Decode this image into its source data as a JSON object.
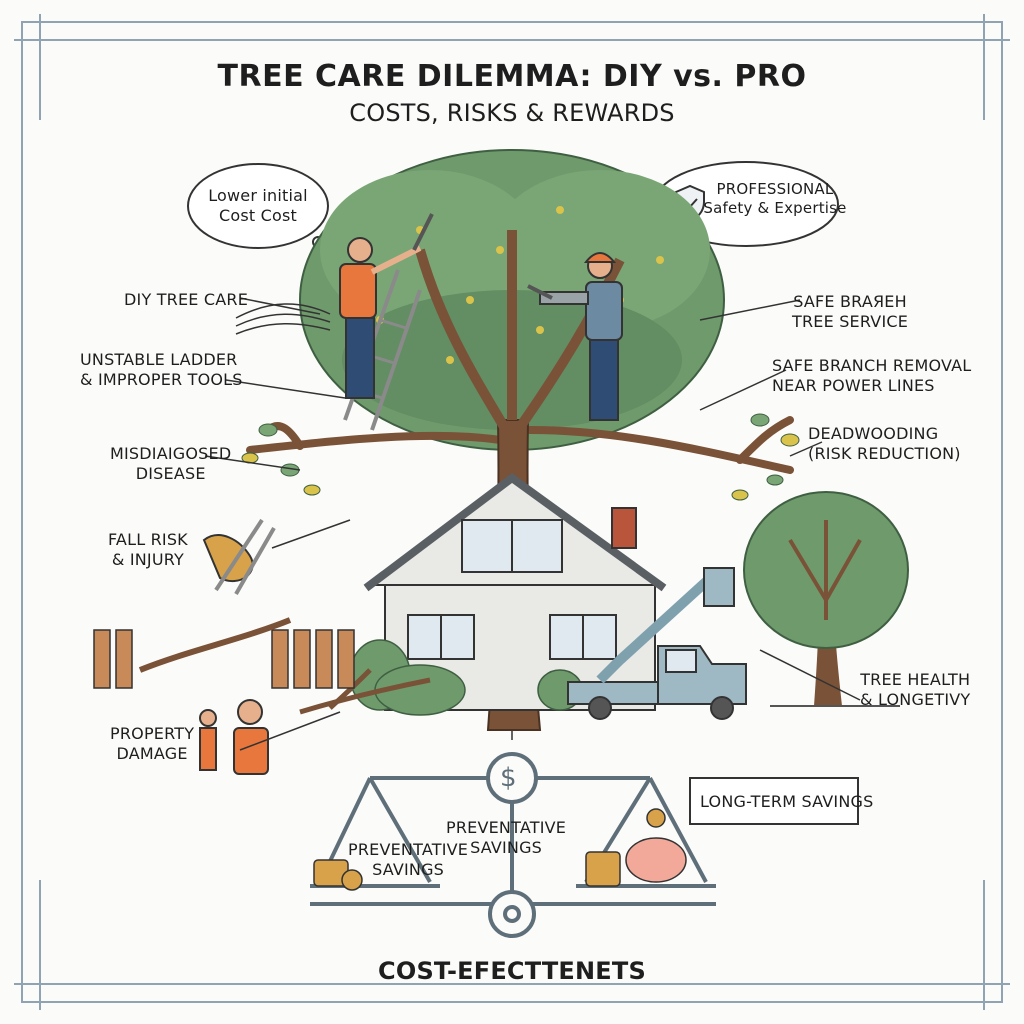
{
  "header": {
    "title": "TREE CARE DILEMMA: DIY vs. PRO",
    "subtitle": "COSTS, RISKS & REWARDS"
  },
  "bubbles": {
    "diy": {
      "line1": "Lower initial",
      "line2": "Cost Cost"
    },
    "pro": {
      "line1": "PROFESSIONAL",
      "line2": "Safety & Expertise"
    }
  },
  "labels_left": {
    "diy_tree_care": "DIY TREE CARE",
    "ladder": {
      "line1": "UNSTABLE LADDER",
      "line2": "& IMPROPER TOOLS"
    },
    "disease": {
      "line1": "MISDIAIGOSED",
      "line2": "DISEASE"
    },
    "fall": {
      "line1": "FALL RISK",
      "line2": "& INJURY"
    },
    "property": {
      "line1": "PROPERTY",
      "line2": "DAMAGE"
    }
  },
  "labels_right": {
    "service": {
      "line1": "SAFE BRAЯEH",
      "line2": "TREE SERVICE"
    },
    "power": {
      "line1": "SAFE BRANCH REMOVAL",
      "line2": "NEAR POWER LINES"
    },
    "deadwood": {
      "line1": "DEADWOODING",
      "line2": "(RISK REDUCTION)"
    },
    "health": {
      "line1": "TREE HEALTH",
      "line2": "& LONGETIVY"
    }
  },
  "scale": {
    "symbol": "$",
    "left_pan": {
      "line1": "PREVENTATIVE",
      "line2": "SAVINGS"
    },
    "center": {
      "line1": "PREVENTATIVE",
      "line2": "SAVINGS"
    },
    "long_term": "LONG-TERM SAVINGS"
  },
  "footer": {
    "text": "COST-EFECTTENETS"
  },
  "colors": {
    "leaf": "#6f9a6c",
    "leaf_dark": "#4e7a52",
    "trunk": "#7a5238",
    "orange": "#e8773d",
    "house": "#e9e9e6",
    "roof": "#5a5f63",
    "truck": "#9fb9c4",
    "gold": "#d7a24a",
    "pink": "#f2a99a",
    "frame": "#8fa3b3"
  }
}
